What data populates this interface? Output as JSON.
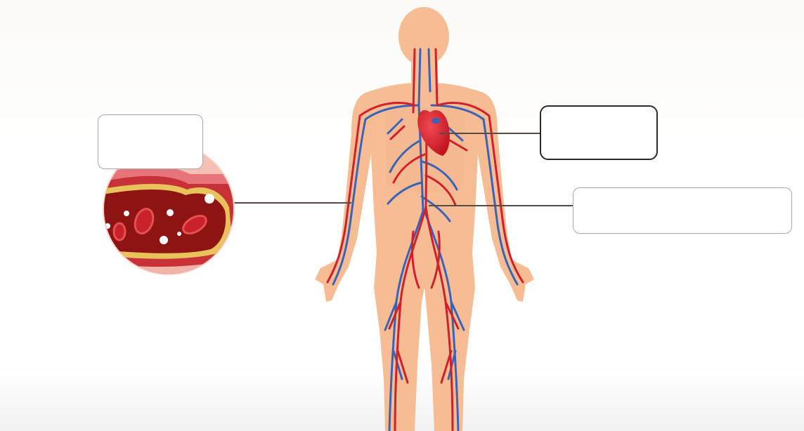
{
  "diagram": {
    "colors": {
      "skin": "#f6bd95",
      "skin_shade": "#f0a983",
      "artery": "#d1202a",
      "vein": "#3a63b8",
      "heart": "#d81f2d",
      "vessel_wall": "#e8c25a",
      "blood": "#8e1414",
      "leader_line": "#5a4a44",
      "box_border": "#a8a8a8"
    },
    "labels": [
      {
        "id": "label-box-vessel",
        "text": ""
      },
      {
        "id": "label-box-heart",
        "text": ""
      },
      {
        "id": "label-box-vessels",
        "text": ""
      }
    ]
  }
}
